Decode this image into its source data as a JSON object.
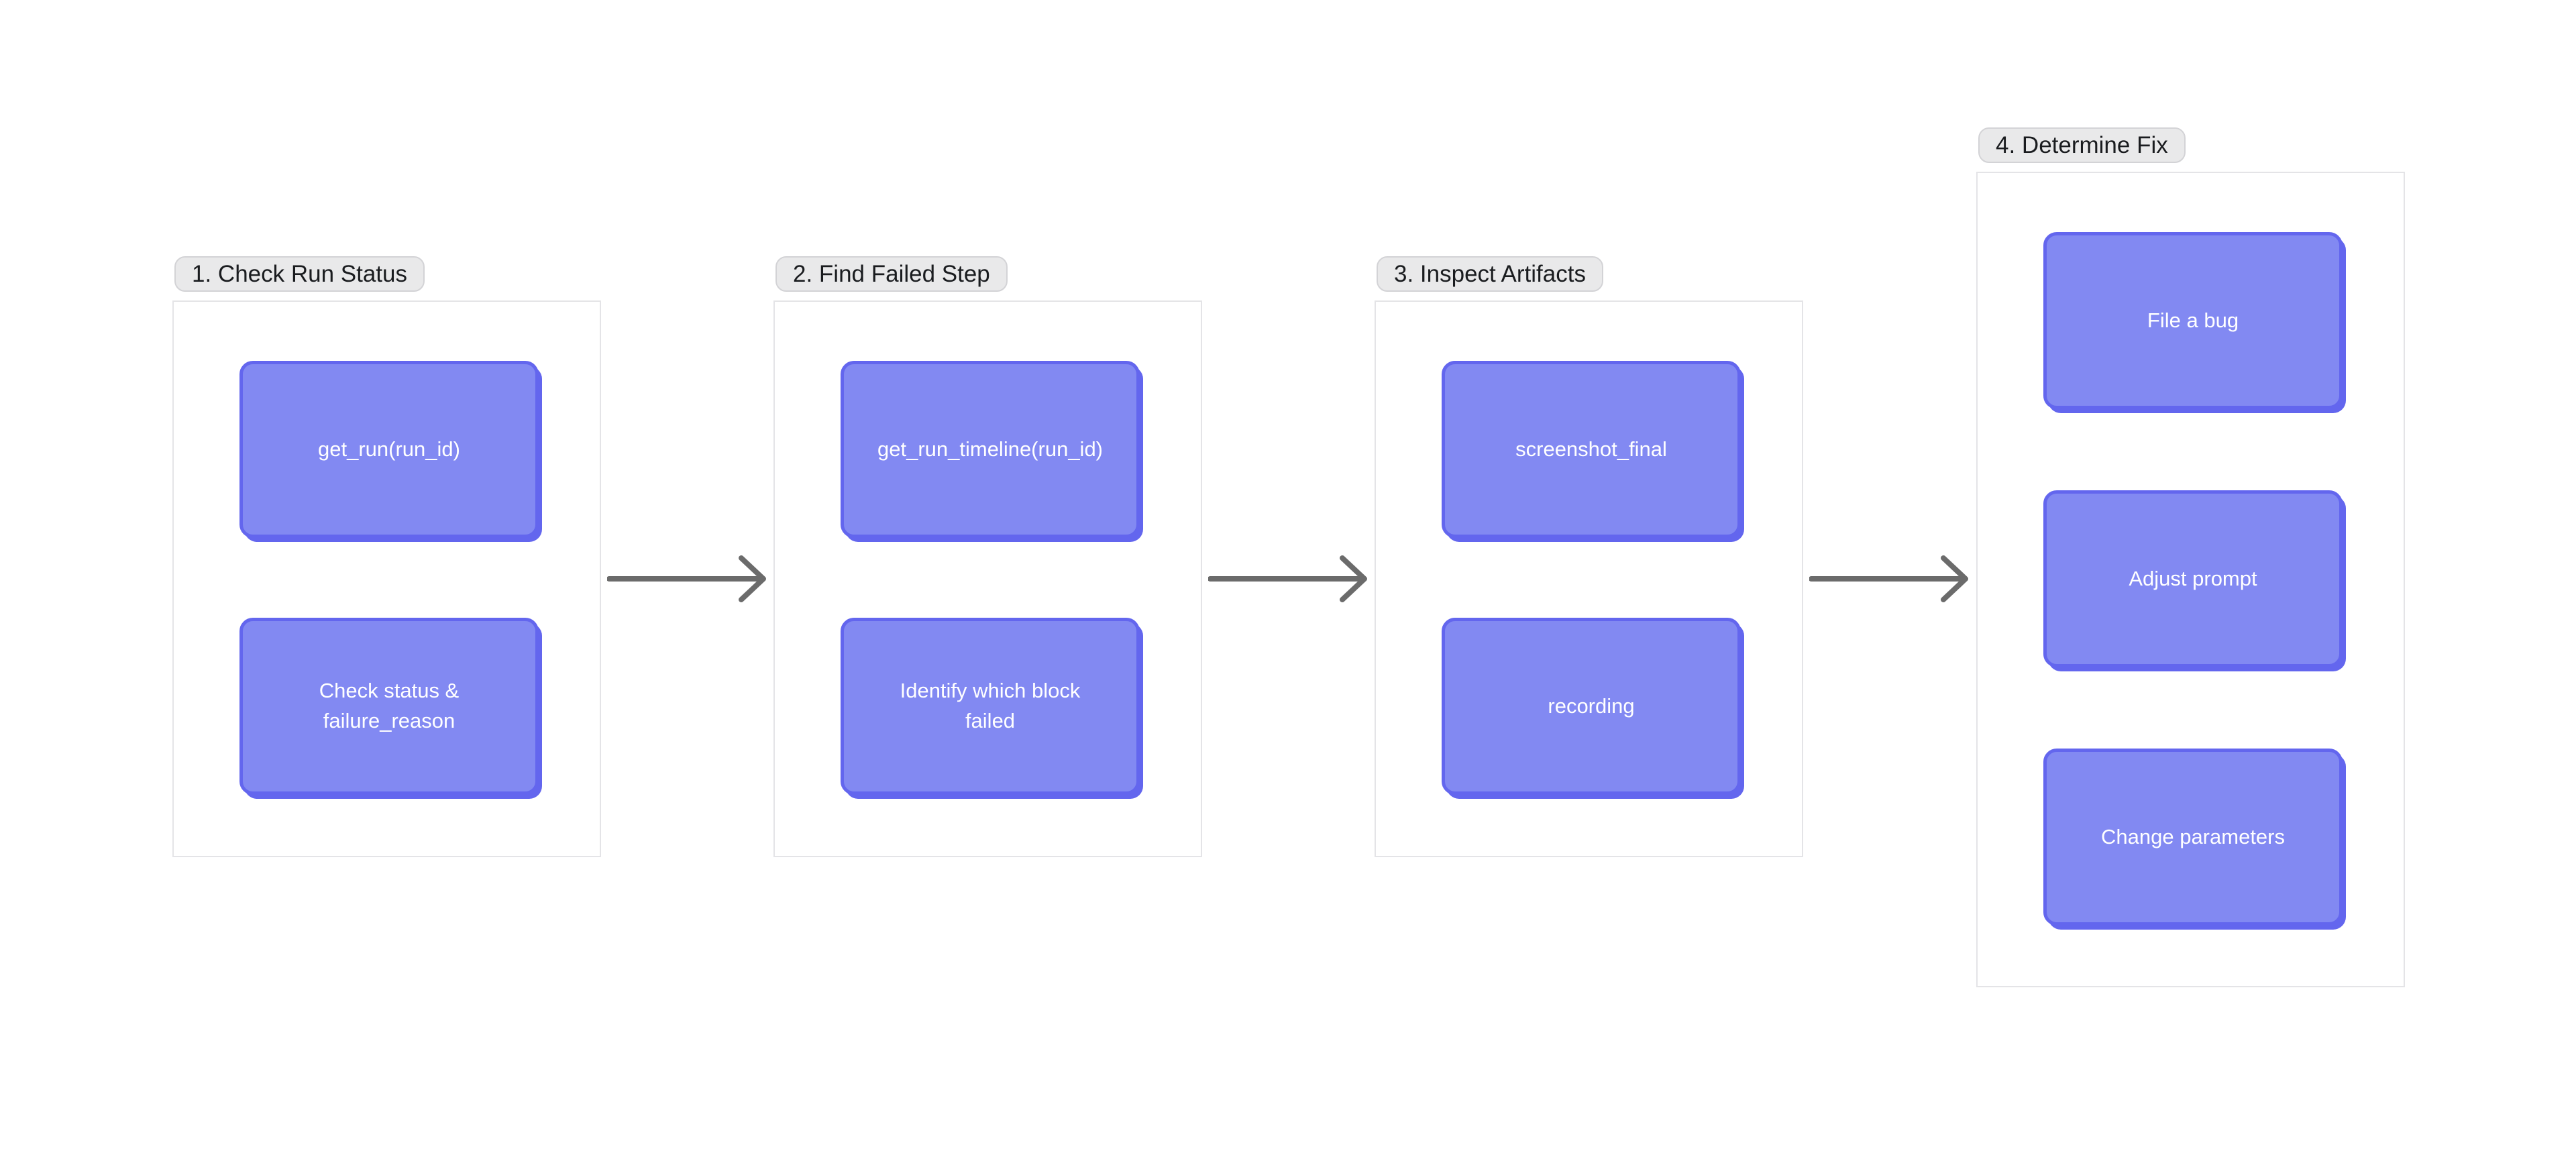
{
  "colors": {
    "node_fill": "#8289F2",
    "node_border": "#6366EE",
    "pill_fill": "#E9E9EA",
    "pill_border": "#D3D3D6",
    "frame_border": "#E4E4E7",
    "arrow": "#6B6B6B",
    "node_text": "#FFFFFF",
    "pill_text": "#1A1C1F",
    "canvas_bg": "#FFFFFF"
  },
  "groups": [
    {
      "label": "1. Check Run Status",
      "nodes": [
        "get_run(run_id)",
        "Check status & failure_reason"
      ]
    },
    {
      "label": "2. Find Failed Step",
      "nodes": [
        "get_run_timeline(run_id)",
        "Identify which block failed"
      ]
    },
    {
      "label": "3. Inspect Artifacts",
      "nodes": [
        "screenshot_final",
        "recording"
      ]
    },
    {
      "label": "4. Determine Fix",
      "nodes": [
        "File a bug",
        "Adjust prompt",
        "Change parameters"
      ]
    }
  ]
}
